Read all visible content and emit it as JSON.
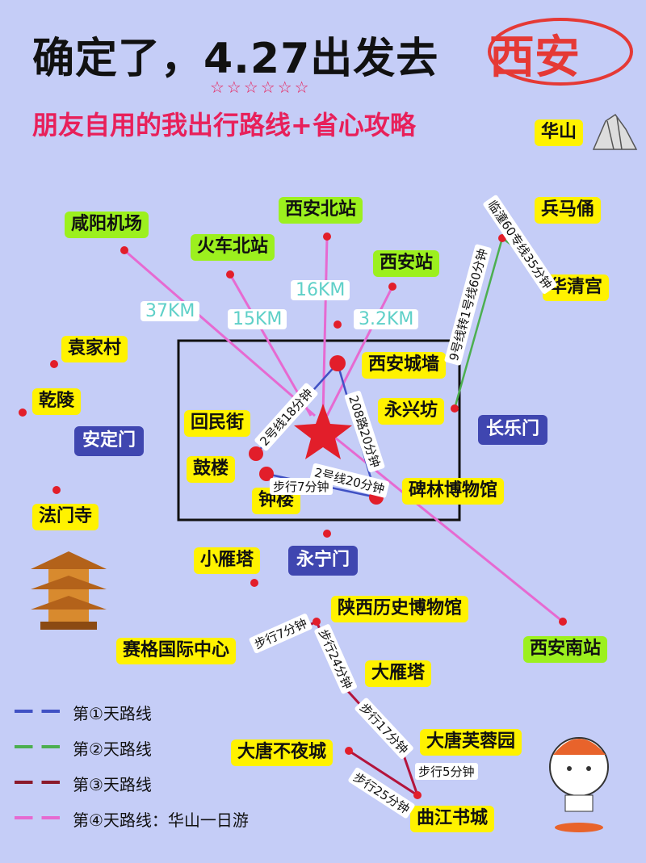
{
  "title": {
    "main": "确定了，4.27出发去",
    "city": "西安",
    "subtitle": "朋友自用的我出行路线+省心攻略",
    "stars": "☆☆☆☆☆☆"
  },
  "places": {
    "huashan": "华山",
    "bingmayong": "兵马俑",
    "huaqinggong": "华清宫",
    "xianbeizhan": "西安北站",
    "xianyang": "咸阳机场",
    "huochebeizhan": "火车北站",
    "xianzhan": "西安站",
    "yuanjiacun": "袁家村",
    "qianling": "乾陵",
    "chengqiang": "西安城墙",
    "yongxingfang": "永兴坊",
    "huiminjie": "回民街",
    "gulou": "鼓楼",
    "zhonglou": "钟楼",
    "beilin": "碑林博物馆",
    "famensi": "法门寺",
    "xiaoyanta": "小雁塔",
    "shaanxibowuguan": "陕西历史博物馆",
    "saige": "赛格国际中心",
    "xiannanzhan": "西安南站",
    "dayanta": "大雁塔",
    "furongyuan": "大唐芙蓉园",
    "budiecheng": "大唐不夜城",
    "qujiang": "曲江书城"
  },
  "gates": {
    "anding": "安定门",
    "changle": "长乐门",
    "yongning": "永宁门"
  },
  "distances": {
    "d37": "37KM",
    "d15": "15KM",
    "d16": "16KM",
    "d32": "3.2KM"
  },
  "routes": {
    "r1": "2号线18分钟",
    "r2": "208路20分钟",
    "r3": "2号线20分钟",
    "r4": "步行7分钟",
    "r5": "9号线转1号线60分钟",
    "r6": "临潼60专线35分钟",
    "r7": "步行7分钟",
    "r8": "步行24分钟",
    "r9": "步行17分钟",
    "r10": "步行5分钟",
    "r11": "步行25分钟"
  },
  "legend": [
    {
      "label": "第①天路线",
      "color": "#4051c4"
    },
    {
      "label": "第②天路线",
      "color": "#4caf50"
    },
    {
      "label": "第③天路线",
      "color": "#8b1a2b"
    },
    {
      "label": "第④天路线：华山一日游",
      "color": "#e66ad1"
    }
  ],
  "colors": {
    "background": "#c5cdf7",
    "marker": "#e21e2a",
    "pink": "#e66ad1",
    "day3": "#b3143c"
  }
}
